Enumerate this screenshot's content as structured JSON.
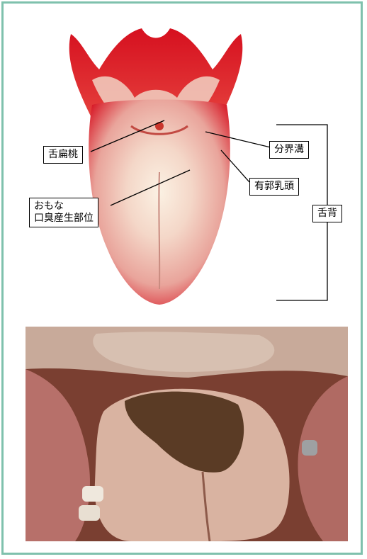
{
  "labels": {
    "tonsil": "舌扁桃",
    "terminal_sulcus": "分界溝",
    "circumvallate": "有郭乳頭",
    "main_origin": "おもな\n口臭産生部位",
    "dorsum": "舌背"
  },
  "colors": {
    "frame": "#7fc1ad",
    "tongue_red": "#d6101f",
    "tongue_pale": "#f7dfcf",
    "coating": "#5a3b25"
  },
  "icons": [
    "tongue-illustration",
    "mouth-photo"
  ]
}
